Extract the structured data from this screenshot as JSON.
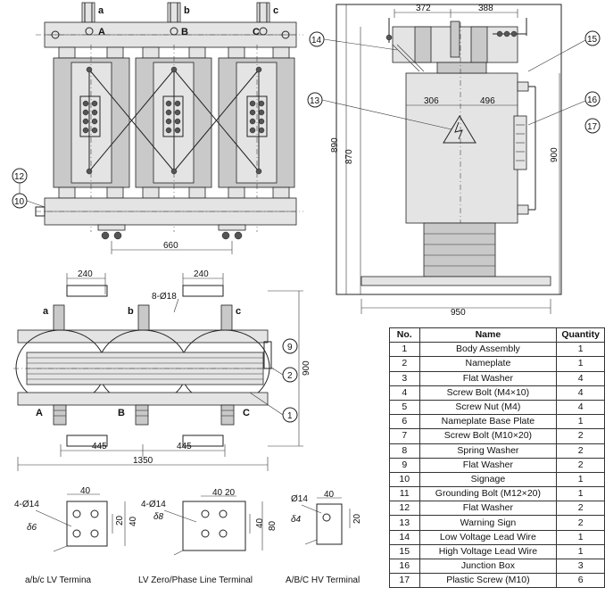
{
  "front_view": {
    "phase_labels": [
      "a",
      "b",
      "c"
    ],
    "hv_labels": [
      "A",
      "B",
      "C"
    ],
    "callouts": [
      "12",
      "10"
    ],
    "dim_width": "660"
  },
  "side_view": {
    "dims": {
      "top_left": "372",
      "top_right": "388",
      "mid_left": "306",
      "mid_right": "496",
      "height_outer": "890",
      "height_inner": "870",
      "height_right": "900",
      "base_width": "950"
    },
    "callouts": [
      "14",
      "13",
      "15",
      "16",
      "17"
    ]
  },
  "top_view": {
    "phase_labels": [
      "a",
      "b",
      "c"
    ],
    "hv_labels": [
      "A",
      "B",
      "C"
    ],
    "dim_240_left": "240",
    "dim_240_right": "240",
    "holes": "8-Ø18",
    "dim_445_left": "445",
    "dim_445_right": "445",
    "dim_1350": "1350",
    "dim_900": "900",
    "callouts": [
      "9",
      "2",
      "1"
    ]
  },
  "terminals": [
    {
      "caption": "a/b/c LV Termina",
      "holes": "4-Ø14",
      "thickness": "δ6",
      "dims": [
        "40",
        "20",
        "40"
      ]
    },
    {
      "caption": "LV Zero/Phase Line Terminal",
      "holes": "4-Ø14",
      "thickness": "δ8",
      "dims": [
        "40",
        "20",
        "40",
        "80"
      ]
    },
    {
      "caption": "A/B/C HV Terminal",
      "holes": "Ø14",
      "thickness": "δ4",
      "dims": [
        "40",
        "20"
      ]
    }
  ],
  "parts_table": {
    "headers": [
      "No.",
      "Name",
      "Quantity"
    ],
    "rows": [
      [
        "1",
        "Body Assembly",
        "1"
      ],
      [
        "2",
        "Nameplate",
        "1"
      ],
      [
        "3",
        "Flat Washer",
        "4"
      ],
      [
        "4",
        "Screw Bolt (M4×10)",
        "4"
      ],
      [
        "5",
        "Screw Nut (M4)",
        "4"
      ],
      [
        "6",
        "Nameplate Base Plate",
        "1"
      ],
      [
        "7",
        "Screw Bolt (M10×20)",
        "2"
      ],
      [
        "8",
        "Spring Washer",
        "2"
      ],
      [
        "9",
        "Flat Washer",
        "2"
      ],
      [
        "10",
        "Signage",
        "1"
      ],
      [
        "11",
        "Grounding Bolt (M12×20)",
        "1"
      ],
      [
        "12",
        "Flat Washer",
        "2"
      ],
      [
        "13",
        "Warning Sign",
        "2"
      ],
      [
        "14",
        "Low Voltage Lead Wire",
        "1"
      ],
      [
        "15",
        "High Voltage Lead Wire",
        "1"
      ],
      [
        "16",
        "Junction Box",
        "3"
      ],
      [
        "17",
        "Plastic Screw (M10)",
        "6"
      ]
    ]
  }
}
